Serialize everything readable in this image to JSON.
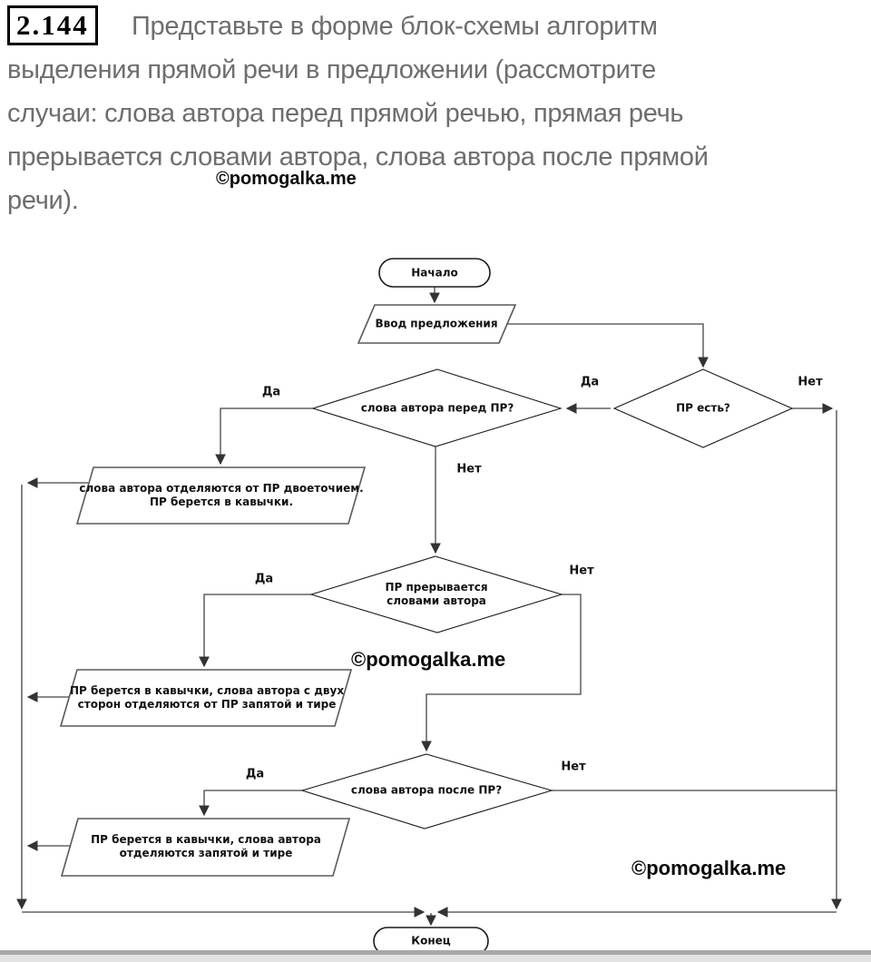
{
  "header": {
    "number": "2.144",
    "lines": [
      "Представьте в форме блок-схемы алгоритм",
      "выделения прямой речи в предложении (рассмотрите",
      "случаи: слова автора перед прямой речью, прямая речь",
      "прерывается словами автора, слова автора после прямой",
      "речи)."
    ]
  },
  "watermark": "©pomogalka.me",
  "flowchart": {
    "start_label": "Начало",
    "input_label": "Ввод предложения",
    "decision_pr_exists": "ПР есть?",
    "decision_words_before": "слова автора перед ПР?",
    "decision_pr_interrupted": "ПР прерывается\nсловами автора",
    "decision_words_after": "слова автора после ПР?",
    "process_colon_quotes": "слова автора отделяются от ПР двоеточием.\nПР берется в кавычки.",
    "process_both_sides": "ПР берется в кавычки, слова автора с двух\nсторон отделяются от ПР запятой и тире",
    "process_comma_dash": "ПР берется в кавычки, слова автора\nотделяются запятой и тире",
    "end_label": "Конец",
    "yes_label": "Да",
    "no_label": "Нет"
  },
  "colors": {
    "line": "#444444",
    "shape_stroke": "#1a1a1a",
    "parallelogram_stroke": "#5a5a5a",
    "header_text": "#6e6e6e"
  }
}
